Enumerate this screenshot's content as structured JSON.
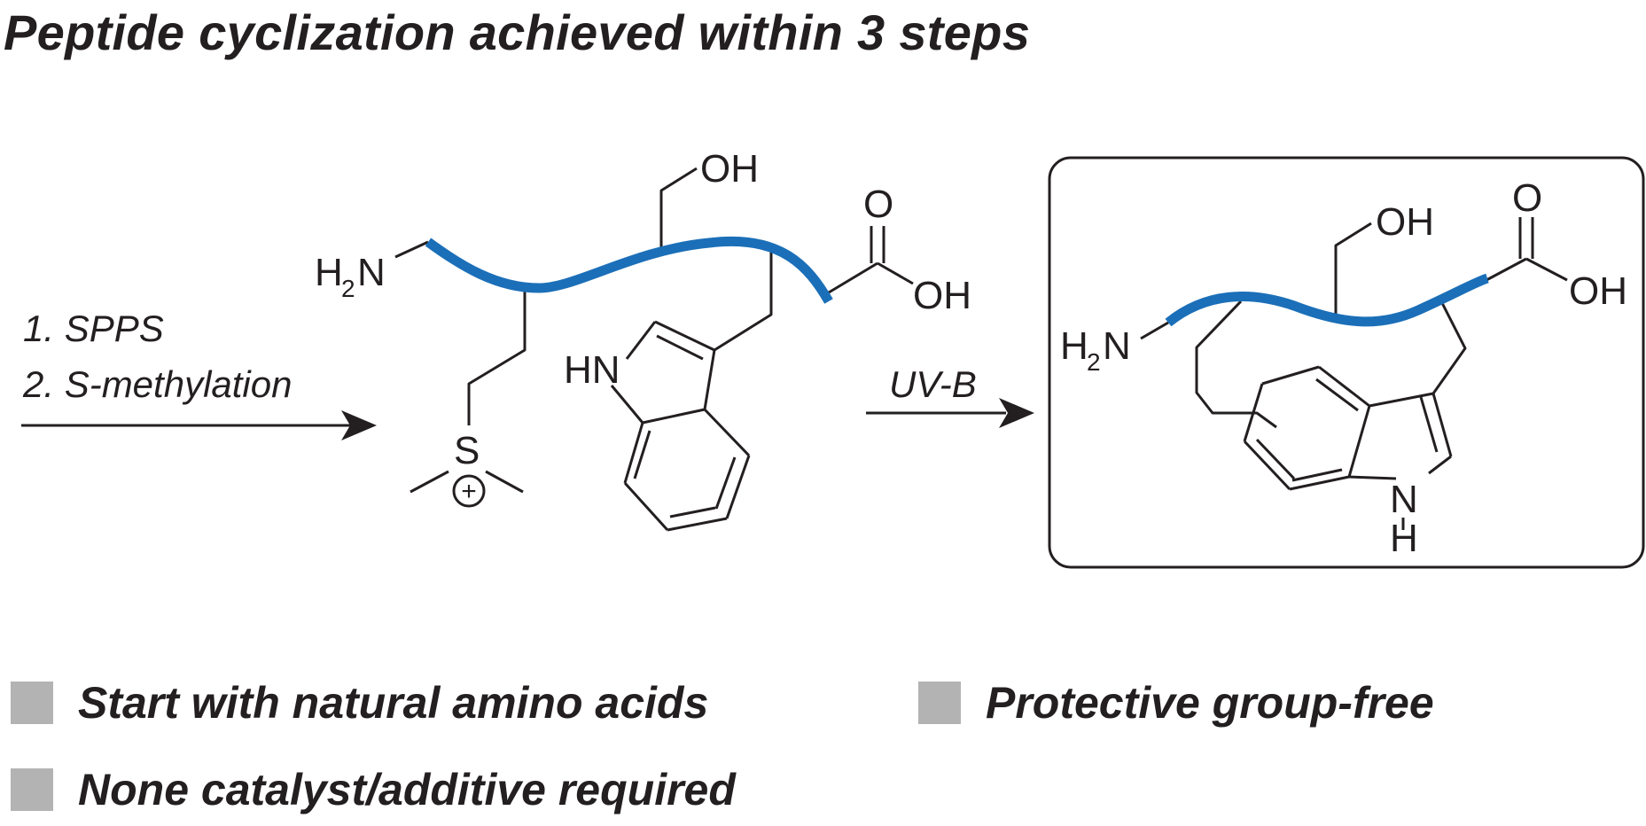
{
  "title": "Peptide cyclization achieved within 3 steps",
  "step1": {
    "line1": "1. SPPS",
    "line2": "2. S-methylation"
  },
  "step2": {
    "label": "UV-B"
  },
  "atoms": {
    "oh": "OH",
    "o": "O",
    "h": "H",
    "n": "N",
    "h2_sub": "2",
    "hn": "HN",
    "s": "S",
    "plus": "+"
  },
  "features": [
    {
      "text": "Start with natural amino acids"
    },
    {
      "text": "Protective group-free"
    },
    {
      "text": "None catalyst/additive required"
    }
  ],
  "colors": {
    "backbone": "#1b6fb8",
    "bond": "#231f20",
    "bullet": "#b3b3b3",
    "text": "#231f20"
  }
}
